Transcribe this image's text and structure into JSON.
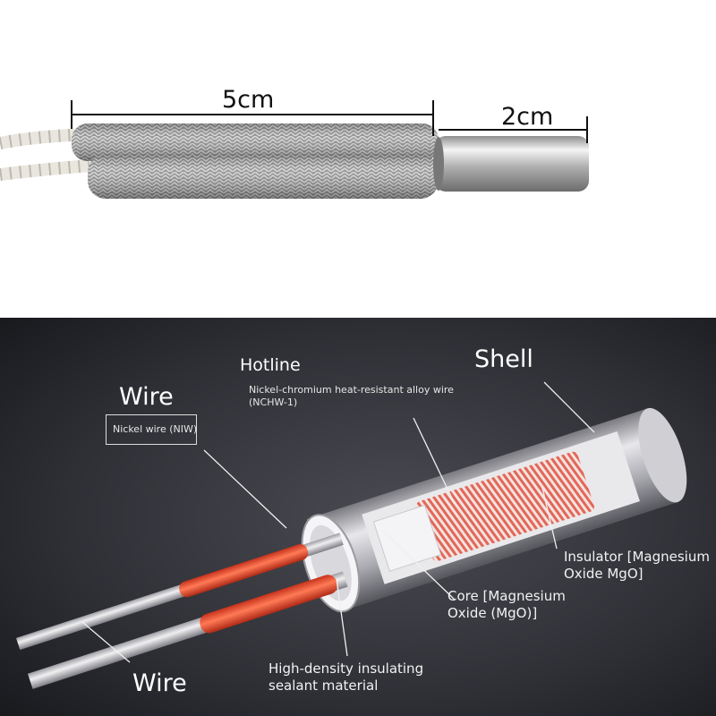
{
  "photo": {
    "dimension_long": "5cm",
    "dimension_short": "2cm"
  },
  "diagram": {
    "shell": "Shell",
    "hotline_title": "Hotline",
    "hotline_desc": "Nickel-chromium heat-resistant alloy wire (NCHW-1)",
    "wire_top_title": "Wire",
    "wire_top_desc": "Nickel wire (NIW)",
    "insulator": "Insulator [Magnesium Oxide MgO]",
    "core": "Core [Magnesium Oxide (MgO)]",
    "sealant": "High-density insulating sealant material",
    "wire_bottom_title": "Wire"
  },
  "colors": {
    "diagram_bg": "#2c2d33",
    "coil": "#e8604a",
    "lead_hot": "#e8452a",
    "shell_metal": "#b8b8bc"
  },
  "icons": [
    "heater-photo",
    "cutaway-illustration"
  ]
}
